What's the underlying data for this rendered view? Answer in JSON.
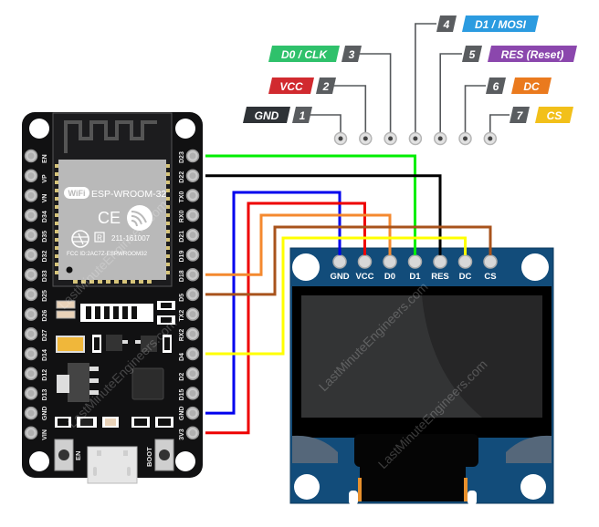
{
  "legend": {
    "pins": [
      {
        "num": "1",
        "label": "GND",
        "color": "#2e3236"
      },
      {
        "num": "2",
        "label": "VCC",
        "color": "#d12a2f"
      },
      {
        "num": "3",
        "label": "D0 / CLK",
        "color": "#2fc16b"
      },
      {
        "num": "4",
        "label": "D1 / MOSI",
        "color": "#2b9be0"
      },
      {
        "num": "5",
        "label": "RES (Reset)",
        "color": "#8b47ad"
      },
      {
        "num": "6",
        "label": "DC",
        "color": "#ea7a1e"
      },
      {
        "num": "7",
        "label": "CS",
        "color": "#f2c01a"
      }
    ],
    "num_badge_color": "#5a5d60"
  },
  "esp32": {
    "module_title": "ESP-WROOM-32",
    "wifi_badge": "WiFi",
    "ce_mark": "CE",
    "r_mark": "R",
    "cert_number": "211-161007",
    "fcc_id": "FCC ID:2AC7Z-ESPWROOM32",
    "en_label": "EN",
    "boot_label": "BOOT",
    "left_pins": [
      "EN",
      "VP",
      "VN",
      "D34",
      "D35",
      "D32",
      "D33",
      "D25",
      "D26",
      "D27",
      "D14",
      "D12",
      "D13",
      "GND",
      "VIN"
    ],
    "right_pins": [
      "D23",
      "D22",
      "TX0",
      "RX0",
      "D21",
      "D19",
      "D18",
      "D5",
      "TX2",
      "RX2",
      "D4",
      "D2",
      "D15",
      "GND",
      "3V3"
    ]
  },
  "oled": {
    "pins": [
      "GND",
      "VCC",
      "D0",
      "D1",
      "RES",
      "DC",
      "CS"
    ]
  },
  "wiring": [
    {
      "from": "D23",
      "to": "D1",
      "color": "#00ee00"
    },
    {
      "from": "D22",
      "to": "RES",
      "color": "#000000"
    },
    {
      "from": "GND",
      "to": "GND",
      "color": "#0000ee"
    },
    {
      "from": "3V3",
      "to": "VCC",
      "color": "#ee0000"
    },
    {
      "from": "D18",
      "to": "D0",
      "color": "#f4892f"
    },
    {
      "from": "D5",
      "to": "CS",
      "color": "#a8531c"
    },
    {
      "from": "D4",
      "to": "DC",
      "color": "#ffff00"
    }
  ],
  "watermark": "LastMinuteEngineers.com"
}
